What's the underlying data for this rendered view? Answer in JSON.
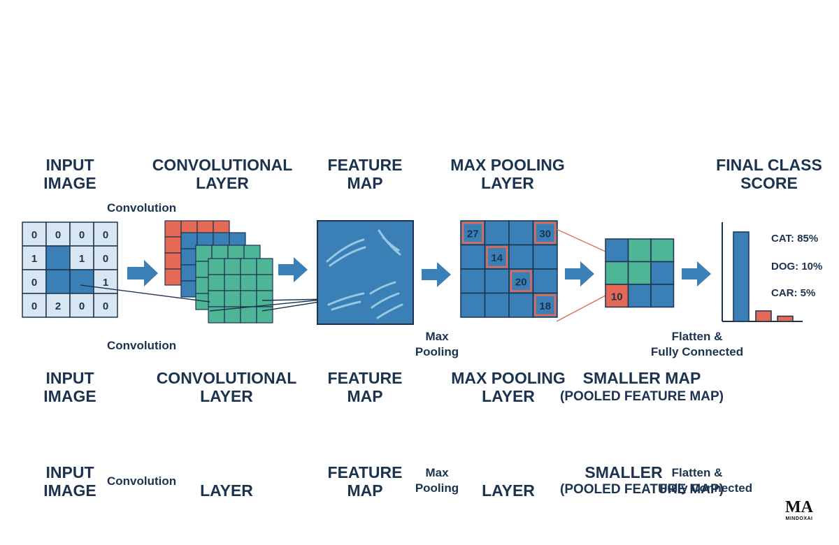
{
  "colors": {
    "blue": "#3a7fb5",
    "light": "#d7e6f0",
    "teal": "#4fb597",
    "red": "#e56a55",
    "dark": "#1c3350",
    "arrow": "#3a7fb5"
  },
  "row1": {
    "input": [
      "INPUT",
      "IMAGE"
    ],
    "conv": [
      "CONVOLUTIONAL",
      "LAYER"
    ],
    "feature": [
      "FEATURE",
      "MAP"
    ],
    "maxpool": [
      "MAX POOLING",
      "LAYER"
    ],
    "final": [
      "FINAL CLASS",
      "SCORE"
    ]
  },
  "labels": {
    "convolution_top": "Convolution",
    "convolution_bottom": "Convolution",
    "max_pooling": [
      "Max",
      "Pooling"
    ],
    "flatten": [
      "Flatten &",
      "Fully Connected"
    ]
  },
  "input_grid": [
    "0",
    "0",
    "0",
    "0",
    "1",
    "",
    "1",
    "0",
    "0",
    "",
    "",
    "1",
    "0",
    "2",
    "0",
    "0"
  ],
  "pool_values": [
    "27",
    "14",
    "20",
    "30",
    "18"
  ],
  "smaller_value": "10",
  "scores": [
    {
      "label": "CAT: 85%",
      "value": 85
    },
    {
      "label": "DOG: 10%",
      "value": 10
    },
    {
      "label": "CAR: 5%",
      "value": 5
    }
  ],
  "row2": {
    "input": [
      "INPUT",
      "IMAGE"
    ],
    "conv": [
      "CONVOLUTIONAL",
      "LAYER"
    ],
    "feature": [
      "FEATURE",
      "MAP"
    ],
    "maxpool": [
      "MAX POOLING",
      "LAYER"
    ],
    "smaller": [
      "SMALLER MAP",
      "(POOLED FEATURE MAP)"
    ]
  },
  "row3": {
    "input": [
      "INPUT",
      "IMAGE"
    ],
    "convolution": "Convolution",
    "conv_layer": "LAYER",
    "feature": [
      "FEATURE",
      "MAP"
    ],
    "max_pooling": [
      "Max",
      "Pooling"
    ],
    "maxpool_layer": "LAYER",
    "smaller": [
      "SMALLER",
      "(POOLED FEATURE MAP)"
    ],
    "flatten": [
      "Flatten &",
      "Fully Connected"
    ]
  },
  "logo": {
    "mark": "MA",
    "name": "MINDOXAI"
  }
}
